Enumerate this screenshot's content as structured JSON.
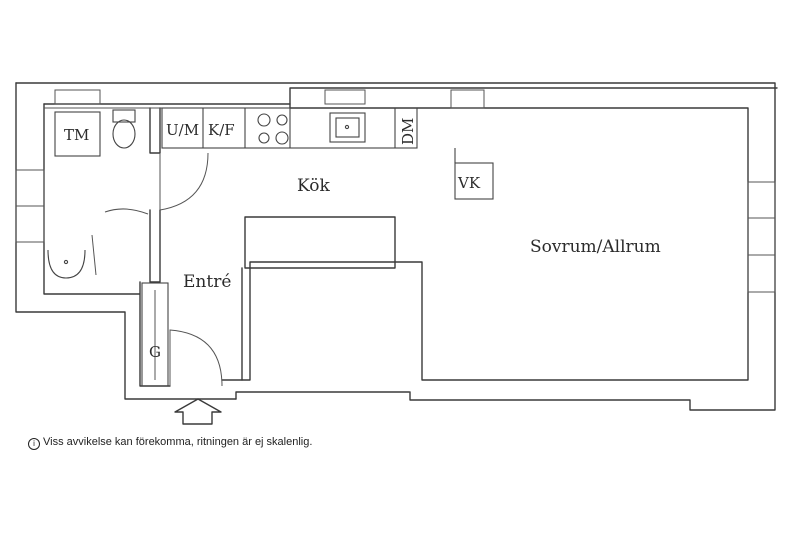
{
  "rooms": {
    "kitchen": "Kök",
    "bedroom_living": "Sovrum/Allrum",
    "entrance": "Entré"
  },
  "fixtures": {
    "washing_machine": "TM",
    "microwave_oven": "U/M",
    "fridge_freezer": "K/F",
    "dishwasher": "DM",
    "vk": "VK",
    "wardrobe": "G"
  },
  "disclaimer": {
    "icon": "i",
    "text": "Viss avvikelse kan förekomma, ritningen är ej skalenlig."
  }
}
